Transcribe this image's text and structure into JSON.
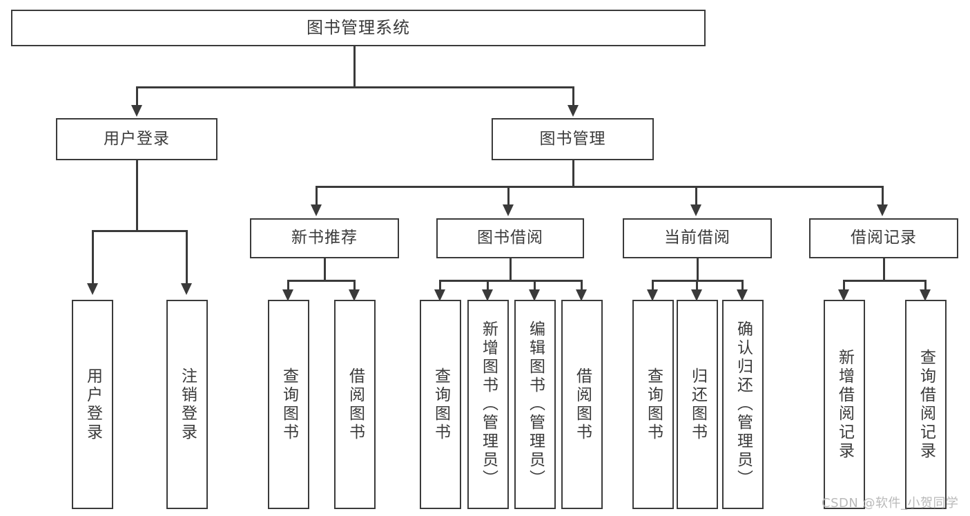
{
  "diagram": {
    "type": "tree-hierarchy-chart",
    "title": "图书管理系统",
    "watermark": "CSDN @软件_小贺同学",
    "colors": {
      "line": "#3a3a3a",
      "box_fill": "#ffffff",
      "background": "#ffffff",
      "watermark": "#b9b9b9"
    },
    "levels": 4,
    "nodes": {
      "root": {
        "label": "图书管理系统",
        "level": 1
      },
      "level2": [
        {
          "label": "用户登录",
          "level": 2
        },
        {
          "label": "图书管理",
          "level": 2
        }
      ],
      "level3": [
        {
          "label": "新书推荐",
          "level": 3,
          "parent": "图书管理"
        },
        {
          "label": "图书借阅",
          "level": 3,
          "parent": "图书管理"
        },
        {
          "label": "当前借阅",
          "level": 3,
          "parent": "图书管理"
        },
        {
          "label": "借阅记录",
          "level": 3,
          "parent": "图书管理"
        }
      ],
      "leaves": {
        "user_login": [
          {
            "label": "用户登录",
            "parent": "用户登录"
          },
          {
            "label": "注销登录",
            "parent": "用户登录"
          }
        ],
        "new_book": [
          {
            "label": "查询图书",
            "parent": "新书推荐"
          },
          {
            "label": "借阅图书",
            "parent": "新书推荐"
          }
        ],
        "book_borrow": [
          {
            "label": "查询图书",
            "parent": "图书借阅"
          },
          {
            "label": "新增图书（管理员）",
            "parent": "图书借阅"
          },
          {
            "label": "编辑图书（管理员）",
            "parent": "图书借阅"
          },
          {
            "label": "借阅图书",
            "parent": "图书借阅"
          }
        ],
        "current_borrow": [
          {
            "label": "查询图书",
            "parent": "当前借阅"
          },
          {
            "label": "归还图书",
            "parent": "当前借阅"
          },
          {
            "label": "确认归还（管理员）",
            "parent": "当前借阅"
          }
        ],
        "borrow_record": [
          {
            "label": "新增借阅记录",
            "parent": "借阅记录"
          },
          {
            "label": "查询借阅记录",
            "parent": "借阅记录"
          }
        ]
      }
    }
  }
}
